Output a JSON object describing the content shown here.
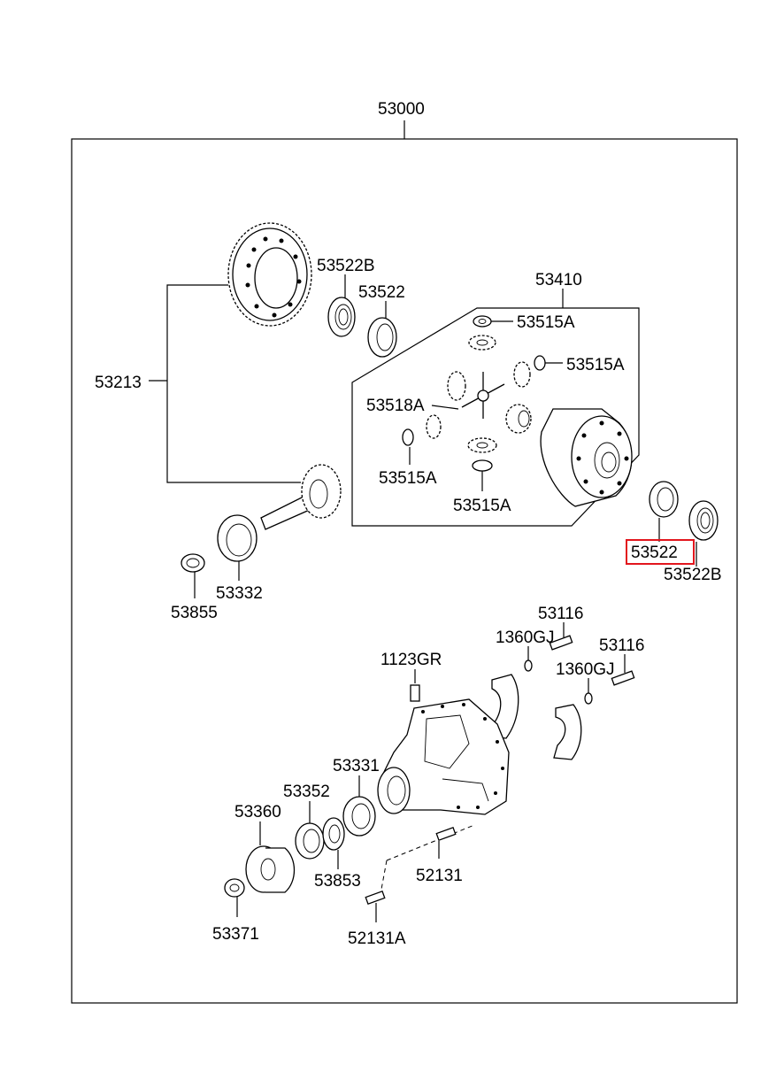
{
  "labels": {
    "assembly": "53000",
    "ring_pinion": "53213",
    "bearing_top": "53522B",
    "race_top": "53522",
    "diff_case": "53410",
    "washer_1": "53515A",
    "washer_2": "53515A",
    "washer_3": "53515A",
    "washer_4": "53515A",
    "spider": "53518A",
    "race_highlight": "53522",
    "bearing_right": "53522B",
    "pinion_bearing": "53332",
    "pinion_spacer": "53855",
    "bolt_1": "53116",
    "washer_gj_1": "1360GJ",
    "bolt_2": "53116",
    "washer_gj_2": "1360GJ",
    "breather": "1123GR",
    "front_bearing": "53331",
    "oil_seal": "53352",
    "flange": "53360",
    "shim": "53853",
    "stud": "52131",
    "nut": "53371",
    "stud_a": "52131A"
  },
  "highlight_color": "#e2161d"
}
